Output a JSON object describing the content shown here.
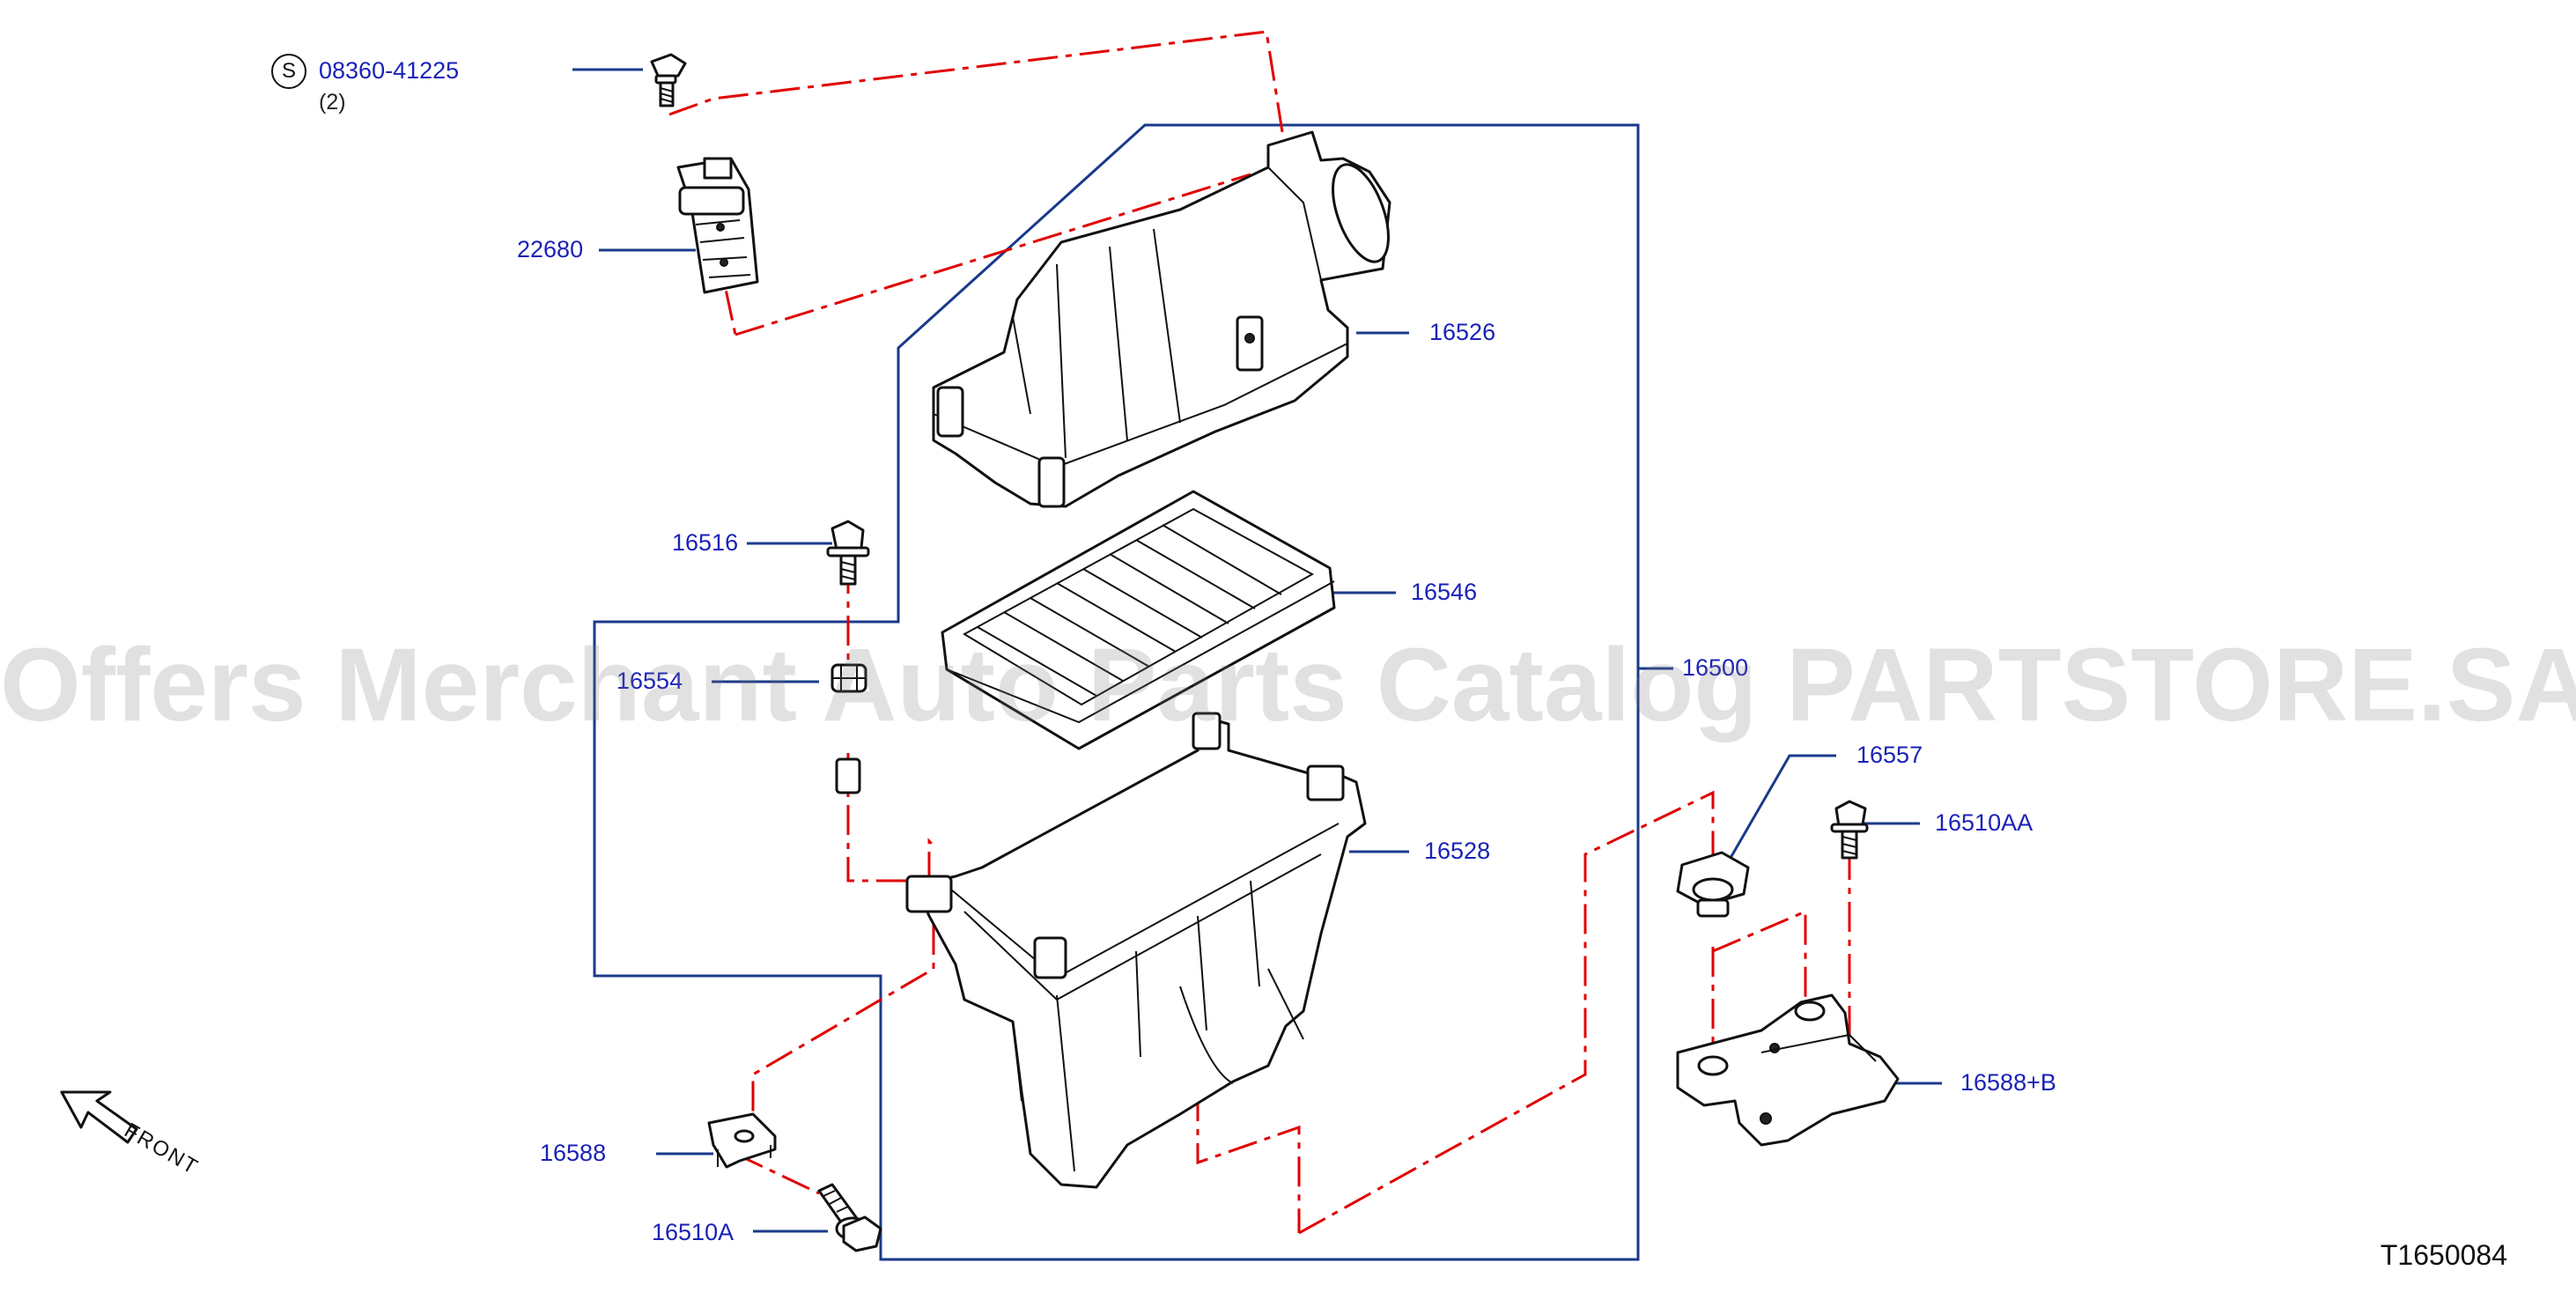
{
  "parts": [
    {
      "id": "08360-41225",
      "qty": "(2)",
      "prefix": "S"
    },
    {
      "id": "22680"
    },
    {
      "id": "16526"
    },
    {
      "id": "16516"
    },
    {
      "id": "16546"
    },
    {
      "id": "16557"
    },
    {
      "id": "16510AA"
    },
    {
      "id": "16528"
    },
    {
      "id": "16588+B"
    },
    {
      "id": "16588"
    },
    {
      "id": "16510A"
    },
    {
      "id": "16500"
    },
    {
      "id": "16554"
    }
  ],
  "labels": {
    "front": "FRONT",
    "diagram_code": "T1650084",
    "watermark": "Offers Merchant Auto Parts Catalog PARTSTORE.SA"
  },
  "colors": {
    "callout": "#1a22b8",
    "leader": "#1a3a8a",
    "assembly_line": "#e00000"
  }
}
